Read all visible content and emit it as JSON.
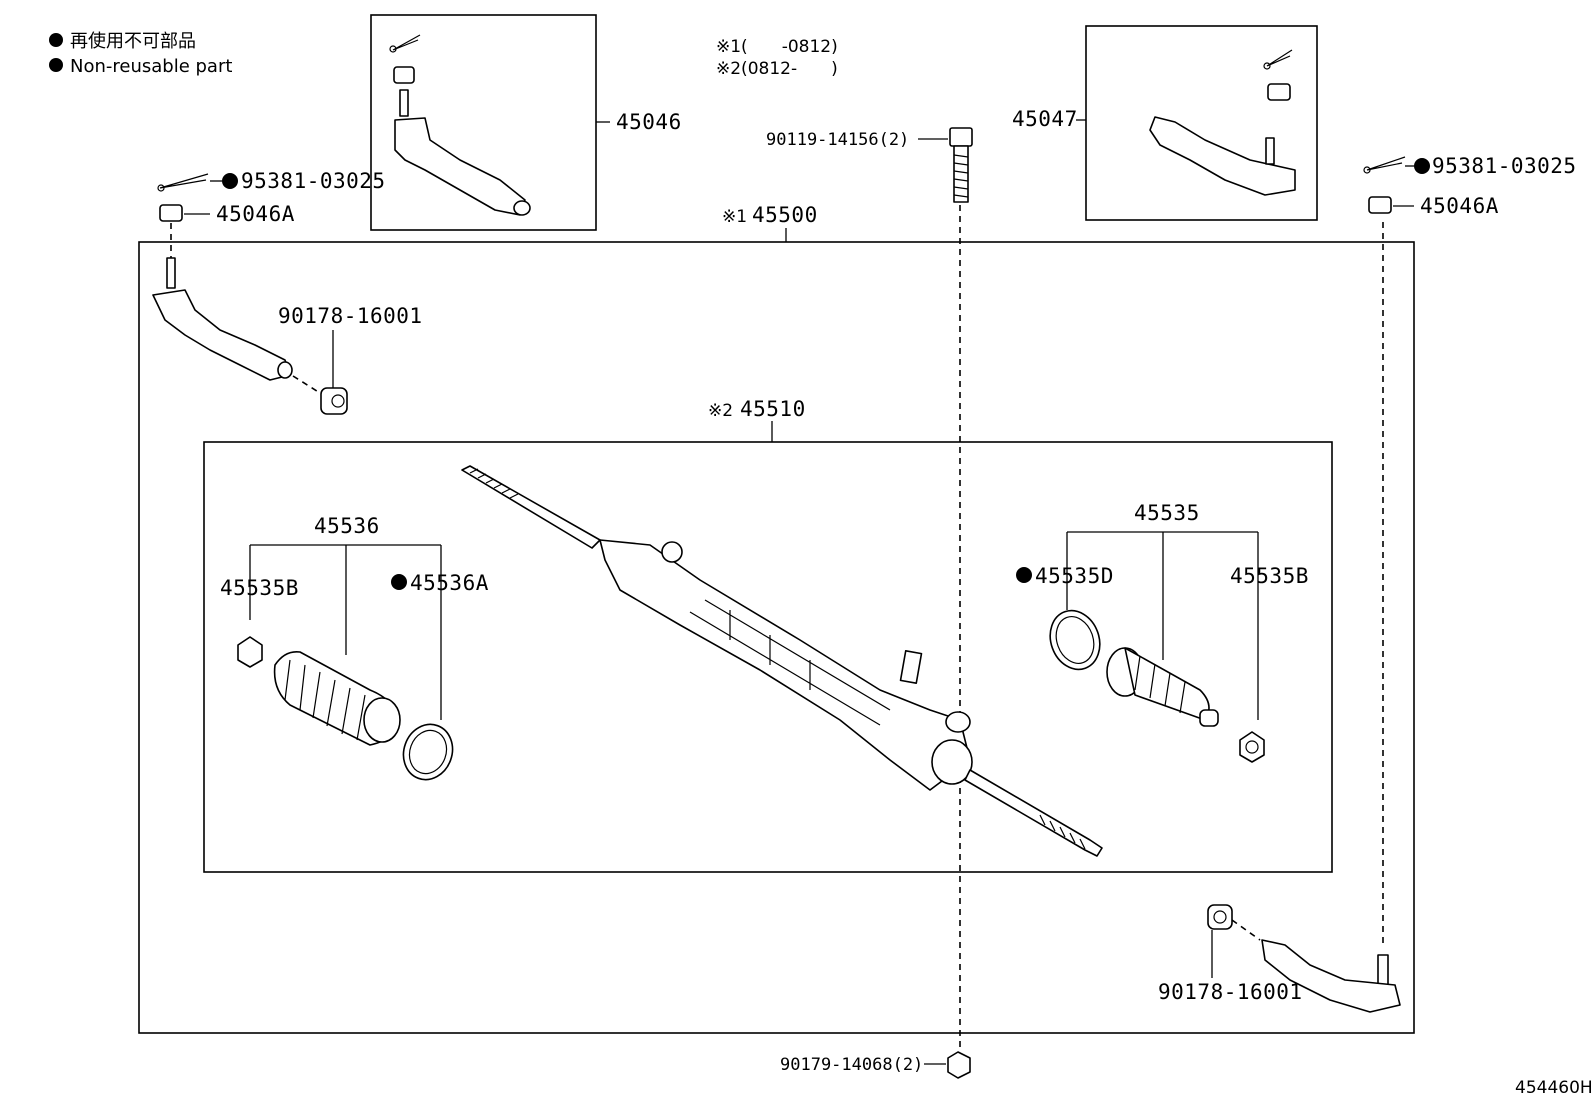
{
  "legend": {
    "ja": "再使用不可部品",
    "en": "Non-reusable part"
  },
  "notes": {
    "n1": "※1(　　-0812)",
    "n2": "※2(0812-　　)"
  },
  "labels": {
    "p45046": "45046",
    "p45047": "45047",
    "p90119": "90119-14156(2)",
    "p95381_left": "95381-03025",
    "p95381_right": "95381-03025",
    "p45046A_left": "45046A",
    "p45046A_right": "45046A",
    "p45500_mark": "※1",
    "p45500": "45500",
    "p90178_left": "90178-16001",
    "p90178_right": "90178-16001",
    "p45510_mark": "※2",
    "p45510": "45510",
    "p45536": "45536",
    "p45535B_left": "45535B",
    "p45536A": "45536A",
    "p45535": "45535",
    "p45535D": "45535D",
    "p45535B_right": "45535B",
    "p90179": "90179-14068(2)",
    "diagram_id": "454460H"
  },
  "icons": {
    "non_reusable_marker": "filled-circle"
  }
}
